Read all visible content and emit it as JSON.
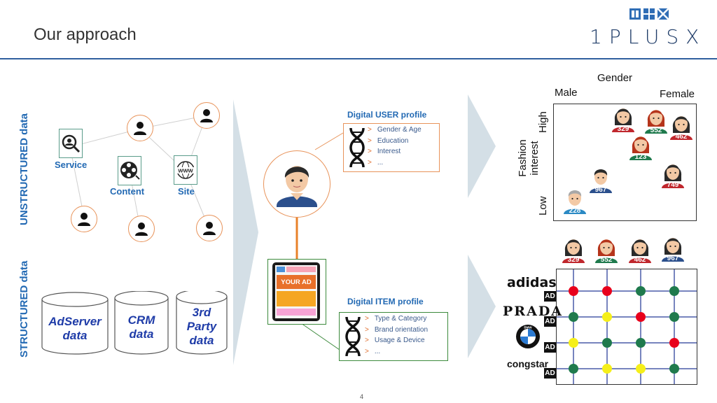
{
  "header": {
    "title": "Our approach",
    "logo_text": "1PLUSX",
    "page_number": "4"
  },
  "left": {
    "unstructured_label": "UNSTRUCTURED data",
    "structured_label": "STRUCTURED data",
    "service_label": "Service",
    "content_label": "Content",
    "site_label": "Site",
    "databases": [
      {
        "line1": "AdServer",
        "line2": "data",
        "line3": ""
      },
      {
        "line1": "CRM",
        "line2": "data",
        "line3": ""
      },
      {
        "line1": "3rd",
        "line2": "Party",
        "line3": "data"
      }
    ]
  },
  "middle": {
    "ad_text": "YOUR AD",
    "user_profile": {
      "title": "Digital USER profile",
      "items": [
        "Gender & Age",
        "Education",
        "Interest",
        "..."
      ]
    },
    "item_profile": {
      "title": "Digital ITEM profile",
      "items": [
        "Type & Category",
        "Brand orientation",
        "Usage & Device",
        "..."
      ]
    }
  },
  "right": {
    "gender_label": "Gender",
    "male_label": "Male",
    "female_label": "Female",
    "fashion_label_1": "Fashion",
    "fashion_label_2": "interest",
    "high_label": "High",
    "low_label": "Low",
    "scatter_users": [
      "329",
      "552",
      "462",
      "123",
      "967",
      "749",
      "228"
    ],
    "matrix_users": [
      "329",
      "552",
      "462",
      "967"
    ],
    "brands": [
      "adidas",
      "PRADA",
      "BMW",
      "congstar"
    ],
    "ad_badge": "AD",
    "colors": {
      "red": "#e8001c",
      "green": "#1f7a4d",
      "yellow": "#f5ef1a"
    },
    "matrix": [
      [
        "red",
        "red",
        "green",
        "green"
      ],
      [
        "green",
        "yellow",
        "red",
        "green"
      ],
      [
        "yellow",
        "green",
        "green",
        "red"
      ],
      [
        "green",
        "yellow",
        "yellow",
        "green"
      ]
    ]
  }
}
